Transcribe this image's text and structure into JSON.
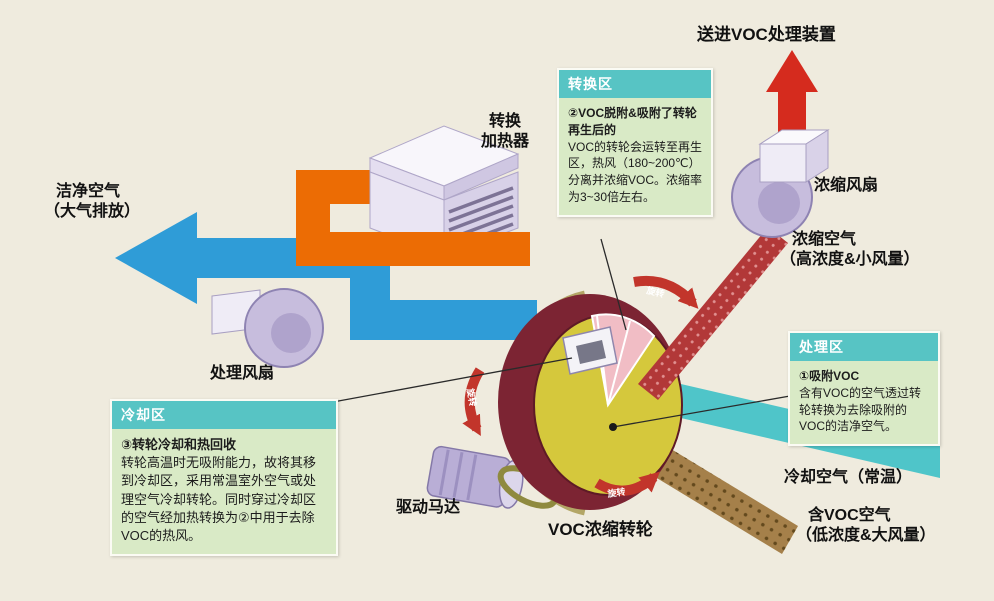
{
  "labels": {
    "send_voc": "送进VOC处理装置",
    "heater_line1": "转换",
    "heater_line2": "加热器",
    "clean_air_line1": "洁净空气",
    "clean_air_line2": "（大气排放）",
    "concentration_fan": "浓缩风扇",
    "concentrated_air_line1": "浓缩空气",
    "concentrated_air_line2": "（高浓度&小风量）",
    "treatment_fan": "处理风扇",
    "drive_motor": "驱动马达",
    "rotor": "VOC浓缩转轮",
    "cooling_air": "冷却空气（常温）",
    "voc_air_line1": "含VOC空气",
    "voc_air_line2": "（低浓度&大风量）",
    "rotation": "旋转"
  },
  "callouts": {
    "conversion": {
      "title": "转换区",
      "heading": "②VOC脱附&吸附了转轮再生后的",
      "body": "VOC的转轮会运转至再生区，热风（180~200℃）分离并浓缩VOC。浓缩率为3~30倍左右。"
    },
    "treatment": {
      "title": "处理区",
      "heading": "①吸附VOC",
      "body": "含有VOC的空气透过转轮转换为去除吸附的VOC的洁净空气。"
    },
    "cooling": {
      "title": "冷却区",
      "heading": "③转轮冷却和热回收",
      "body": "转轮高温时无吸附能力，故将其移到冷却区，采用常温室外空气或处理空气冷却转轮。同时穿过冷却区的空气经加热转换为②中用于去除VOC的热风。"
    }
  },
  "colors": {
    "background": "#EFEBDE",
    "clean_air_duct": "#2F9CD7",
    "hot_air_duct": "#EC6C04",
    "concentrated_voc_duct": "#B23838",
    "voc_arrow": "#D52B1E",
    "cooling_air_duct": "#4FC5C9",
    "voc_inlet_duct": "#A5804A",
    "rotor_face": "#D5C83C",
    "rotor_rim": "#7C2433",
    "callout_header": "#57C4C4",
    "callout_body": "#D9EAC6"
  }
}
